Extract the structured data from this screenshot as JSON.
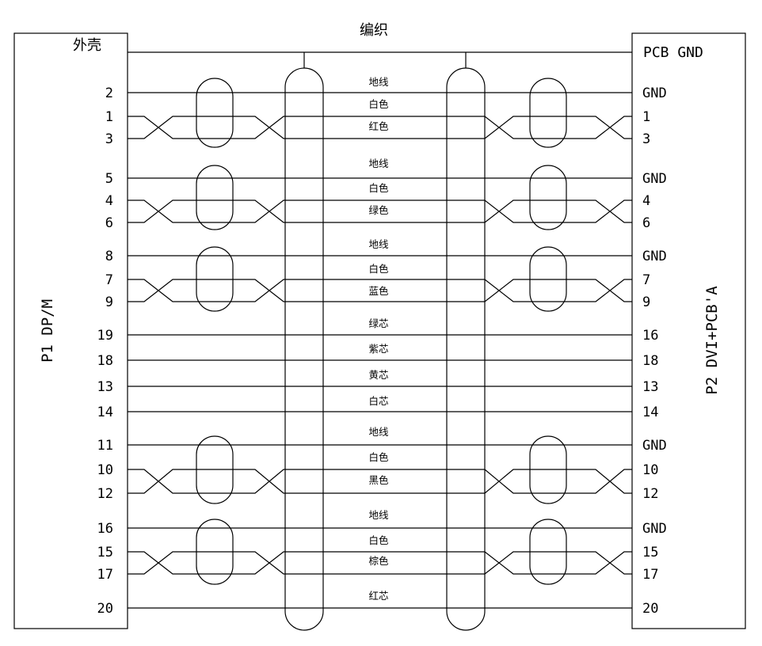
{
  "left_connector": {
    "name": "P1 DP/M",
    "shell_label": "外壳"
  },
  "right_connector": {
    "name": "P2 DVI+PCB'A",
    "shell_label": "PCB GND"
  },
  "braid_label": "编织",
  "rows": [
    {
      "left": "2",
      "right": "GND",
      "label": "地线"
    },
    {
      "left": "1",
      "right": "1",
      "label": "白色"
    },
    {
      "left": "3",
      "right": "3",
      "label": "红色"
    },
    {
      "left": "5",
      "right": "GND",
      "label": "地线"
    },
    {
      "left": "4",
      "right": "4",
      "label": "白色"
    },
    {
      "left": "6",
      "right": "6",
      "label": "绿色"
    },
    {
      "left": "8",
      "right": "GND",
      "label": "地线"
    },
    {
      "left": "7",
      "right": "7",
      "label": "白色"
    },
    {
      "left": "9",
      "right": "9",
      "label": "蓝色"
    },
    {
      "left": "19",
      "right": "16",
      "label": "绿芯"
    },
    {
      "left": "18",
      "right": "18",
      "label": "紫芯"
    },
    {
      "left": "13",
      "right": "13",
      "label": "黄芯"
    },
    {
      "left": "14",
      "right": "14",
      "label": "白芯"
    },
    {
      "left": "11",
      "right": "GND",
      "label": "地线"
    },
    {
      "left": "10",
      "right": "10",
      "label": "白色"
    },
    {
      "left": "12",
      "right": "12",
      "label": "黑色"
    },
    {
      "left": "16",
      "right": "GND",
      "label": "地线"
    },
    {
      "left": "15",
      "right": "15",
      "label": "白色"
    },
    {
      "left": "17",
      "right": "17",
      "label": "棕色"
    },
    {
      "left": "20",
      "right": "20",
      "label": "红芯"
    }
  ]
}
